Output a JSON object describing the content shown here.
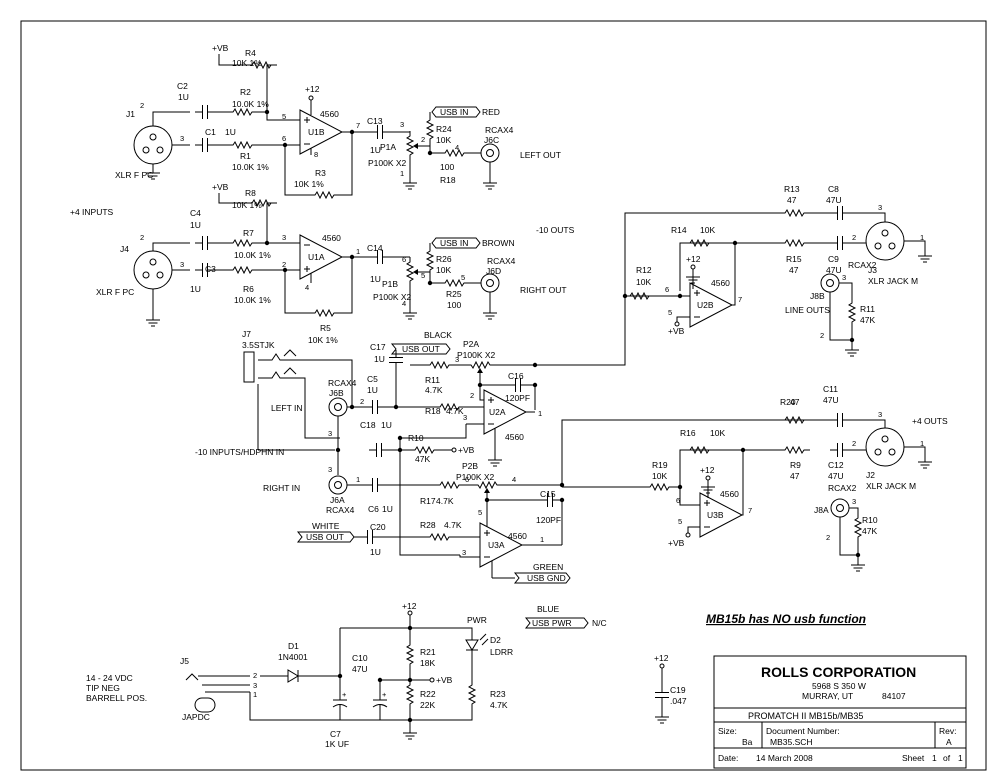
{
  "labels": {
    "vb_r4": "+VB",
    "r4": "R4",
    "r4_val": "10K 1%",
    "c2": "C2",
    "c2_val": "1U",
    "r2": "R2",
    "r2_val": "10.0K 1%",
    "c1": "C1",
    "c1_val": "1U",
    "r1": "R1",
    "r1_val": "10.0K 1%",
    "j1": "J1",
    "j1_type": "XLR F PC",
    "u1b": "U1B",
    "u1b_type": "4560",
    "plus12_u1b": "+12",
    "r3": "R3",
    "r3_val": "10K 1%",
    "c13": "C13",
    "c13_val": "1U",
    "usb_in_red": "USB IN",
    "red": "RED",
    "r24": "R24",
    "r24_val": "10K",
    "p1a": "P1A",
    "p1a_val": "P100K X2",
    "rcax4_j6c": "RCAX4",
    "j6c": "J6C",
    "r18_top": "R18",
    "r18_top_val": "100",
    "left_out": "LEFT OUT",
    "vb_r8": "+VB",
    "r8": "R8",
    "r8_val": "10K 1%",
    "plus4_inputs": "+4 INPUTS",
    "c4": "C4",
    "c4_val": "1U",
    "r7": "R7",
    "r7_val": "10.0K 1%",
    "c3": "C3",
    "c3_val": "1U",
    "r6": "R6",
    "r6_val": "10.0K 1%",
    "j4": "J4",
    "j4_type": "XLR F PC",
    "u1a": "U1A",
    "u1a_type": "4560",
    "r5": "R5",
    "r5_val": "10K 1%",
    "c14": "C14",
    "c14_val": "1U",
    "usb_in_brown": "USB IN",
    "brown": "BROWN",
    "r26": "R26",
    "r26_val": "10K",
    "p1b": "P1B",
    "p1b_val": "P100K X2",
    "rcax4_j6d": "RCAX4",
    "j6d": "J6D",
    "r25": "R25",
    "r25_val": "100",
    "right_out": "RIGHT OUT",
    "minus10_outs": "-10 OUTS",
    "r13": "R13",
    "r13_val": "47",
    "c8": "C8",
    "c8_val": "47U",
    "r14": "R14",
    "r14_val": "10K",
    "r15": "R15",
    "r15_val": "47",
    "c9": "C9",
    "c9_val": "47U",
    "j3": "J3",
    "j3_type": "XLR JACK M",
    "r12": "R12",
    "r12_val": "10K",
    "u2b": "U2B",
    "u2b_type": "4560",
    "plus12_u2b": "+12",
    "vb_u2b": "+VB",
    "j8b": "J8B",
    "rcax2_j8b": "RCAX2",
    "line_outs": "LINE OUTS",
    "r11": "R11",
    "r11_val": "47K",
    "j7": "J7",
    "j7_type": "3.5STJK",
    "c17": "C17",
    "c17_val": "1U",
    "black": "BLACK",
    "usb_out_black": "USB OUT",
    "p2a": "P2A",
    "p2a_val": "P100K X2",
    "r11_mid": "R11",
    "r11_mid_val": "4.7K",
    "c16": "C16",
    "c16_val": "120PF",
    "rcax4_j6b": "RCAX4",
    "j6b": "J6B",
    "left_in": "LEFT IN",
    "c5": "C5",
    "c5_val": "1U",
    "r18_mid": "R18",
    "r18_mid_val": "4.7K",
    "u2a": "U2A",
    "u2a_type": "4560",
    "r20": "R20",
    "r20_val": "47",
    "c11": "C11",
    "c11_val": "47U",
    "plus4_outs": "+4 OUTS",
    "c18": "C18",
    "c18_val": "1U",
    "r10": "R10",
    "r10_val": "47K",
    "vb_r10": "+VB",
    "minus10_inputs": "-10 INPUTS/HDPHN IN",
    "r16": "R16",
    "r16_val": "10K",
    "r9": "R9",
    "r9_val": "47",
    "c12": "C12",
    "c12_val": "47U",
    "j2": "J2",
    "j2_type": "XLR JACK M",
    "p2b": "P2B",
    "p2b_val": "P100K X2",
    "right_in": "RIGHT IN",
    "j6a": "J6A",
    "rcax4_j6a": "RCAX4",
    "c6": "C6",
    "c6_val": "1U",
    "r17": "R17",
    "r17_val": "4.7K",
    "c15": "C15",
    "c15_val": "120PF",
    "r19": "R19",
    "r19_val": "10K",
    "u3b": "U3B",
    "u3b_type": "4560",
    "plus12_u3b": "+12",
    "vb_u3b": "+VB",
    "rcax2_j8a": "RCAX2",
    "j8a": "J8A",
    "r10_right": "R10",
    "r10_right_val": "47K",
    "white": "WHITE",
    "usb_out_white": "USB OUT",
    "c20": "C20",
    "c20_val": "1U",
    "r28": "R28",
    "r28_val": "4.7K",
    "u3a": "U3A",
    "u3a_type": "4560",
    "green": "GREEN",
    "usb_gnd": "USB GND",
    "blue": "BLUE",
    "usb_pwr": "USB PWR",
    "nc": "N/C",
    "plus12_pwr": "+12",
    "pwr": "PWR",
    "d1": "D1",
    "d1_val": "1N4001",
    "c10": "C10",
    "c10_val": "47U",
    "r21": "R21",
    "r21_val": "18K",
    "d2": "D2",
    "d2_val": "LDRR",
    "vb_reg": "+VB",
    "r22": "R22",
    "r22_val": "22K",
    "r23": "R23",
    "r23_val": "4.7K",
    "c7": "C7",
    "c7_val": "1K UF",
    "j5": "J5",
    "jack_type": "JAPDC",
    "power_spec_1": "14 - 24 VDC",
    "power_spec_2": "TIP NEG",
    "power_spec_3": "BARRELL POS.",
    "plus12_c19": "+12",
    "c19": "C19",
    "c19_val": ".047",
    "note_usb": "MB15b has NO usb function"
  },
  "title_block": {
    "company": "ROLLS CORPORATION",
    "address_1": "5968 S 350 W",
    "address_2": "MURRAY, UT",
    "zip": "84107",
    "title": "PROMATCH II MB15b/MB35",
    "size_label": "Size:",
    "size_value": "Ba",
    "doc_label": "Document Number:",
    "doc_value": "MB35.SCH",
    "rev_label": "Rev:",
    "rev_value": "A",
    "date_label": "Date:",
    "date_value": "14 March 2008",
    "sheet_label": "Sheet",
    "sheet_num": "1",
    "sheet_of": "of",
    "sheet_total": "1"
  }
}
